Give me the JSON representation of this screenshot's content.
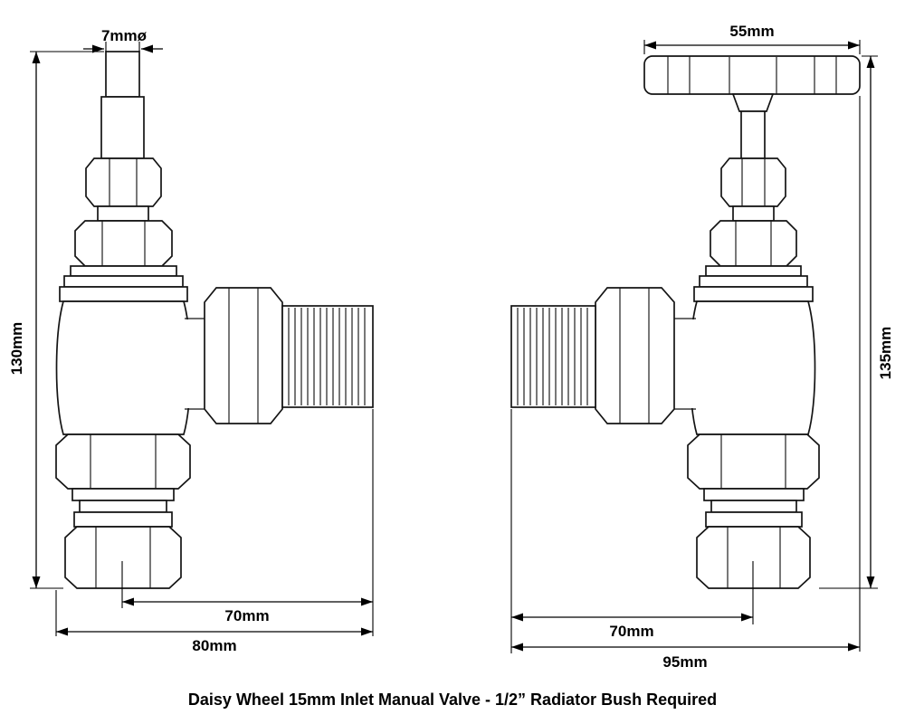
{
  "caption": "Daisy Wheel 15mm Inlet Manual Valve - 1/2” Radiator Bush Required",
  "left_valve": {
    "stem_diameter_label": "7mmø",
    "height_label": "130mm",
    "outlet_to_tail_label": "70mm",
    "overall_width_label": "80mm"
  },
  "right_valve": {
    "handle_width_label": "55mm",
    "height_label": "135mm",
    "tail_to_outlet_label": "70mm",
    "overall_width_label": "95mm"
  }
}
